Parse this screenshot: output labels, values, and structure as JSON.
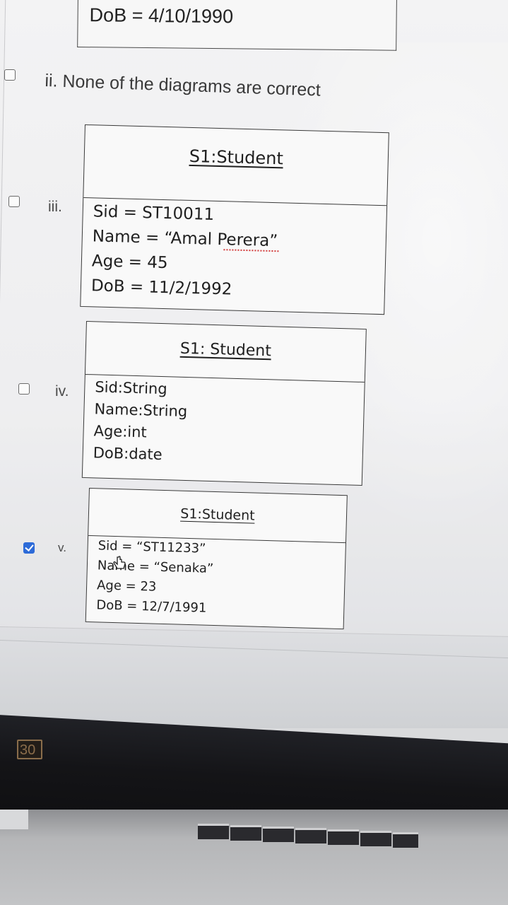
{
  "previous_option": {
    "text": "DoB = 4/10/1990"
  },
  "options": [
    {
      "label": "ii.",
      "text": "None of the diagrams are correct",
      "checked": false
    },
    {
      "label": "iii.",
      "checked": false,
      "diagram": {
        "title": "S1:Student",
        "attributes": [
          "Sid = ST10011",
          "Name = “Amal Perera”",
          "Age = 45",
          "DoB = 11/2/1992"
        ]
      }
    },
    {
      "label": "iv.",
      "checked": false,
      "diagram": {
        "title": "S1: Student",
        "attributes": [
          "Sid:String",
          "Name:String",
          "Age:int",
          "DoB:date"
        ]
      }
    },
    {
      "label": "v.",
      "checked": true,
      "diagram": {
        "title": "S1:Student",
        "attributes": [
          "Sid = “ST11233”",
          "Name = “Senaka”",
          "Age = 23",
          "DoB = 12/7/1991"
        ]
      }
    }
  ],
  "bezel_label": "30",
  "colors": {
    "checkbox_checked": "#2d6bd8",
    "spellcheck_underline": "#d23a3a"
  }
}
